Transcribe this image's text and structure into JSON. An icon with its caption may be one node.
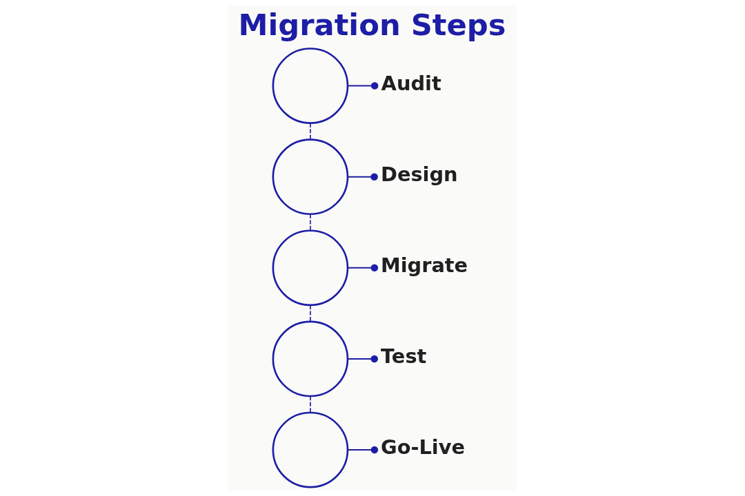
{
  "diagram": {
    "title": "Migration Steps",
    "nodes": [
      {
        "text": [],
        "shape": "circle"
      },
      {
        "text": [
          "Audit"
        ]
      },
      {
        "text": [],
        "shape": "circle"
      },
      {
        "text": [
          "Design"
        ]
      },
      {
        "text": [],
        "shape": "circle"
      },
      {
        "text": [
          "Migrate"
        ]
      },
      {
        "text": [],
        "shape": "circle"
      },
      {
        "text": [
          "Test"
        ]
      },
      {
        "text": [],
        "shape": "circle"
      },
      {
        "text": [
          "Go-Live"
        ]
      }
    ],
    "edges": [
      {
        "from": 0,
        "to": 1,
        "arrow": "other"
      },
      {
        "from": 0,
        "to": 2,
        "arrow": "none",
        "style": "dashed"
      },
      {
        "from": 2,
        "to": 3,
        "arrow": "other"
      },
      {
        "from": 2,
        "to": 4,
        "arrow": "none",
        "style": "dashed"
      },
      {
        "from": 4,
        "to": 5,
        "arrow": "other"
      },
      {
        "from": 4,
        "to": 6,
        "arrow": "none",
        "style": "dashed"
      },
      {
        "from": 6,
        "to": 7,
        "arrow": "other"
      },
      {
        "from": 6,
        "to": 8,
        "arrow": "none",
        "style": "dashed"
      },
      {
        "from": 8,
        "to": 9,
        "arrow": "other"
      }
    ]
  }
}
